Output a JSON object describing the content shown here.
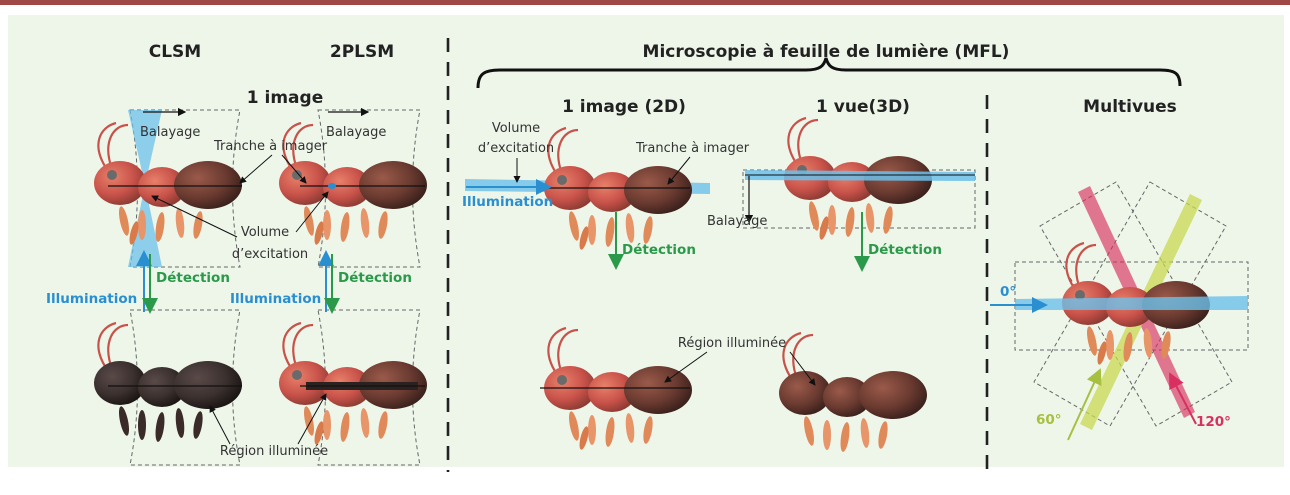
{
  "colors": {
    "top_rule": "#a04848",
    "panel_background": "#eef6ea",
    "illumination": "#2a8fd0",
    "detection": "#2a9a4a",
    "sheet": "#6cc0ea",
    "angle_60": "#a8c040",
    "angle_120": "#d83060",
    "ant_body": "#c8524a",
    "ant_dark": "#7a3a30"
  },
  "headers": {
    "clsm": "CLSM",
    "twoplsm": "2PLSM",
    "mfl": "Microscopie à feuille de lumière (MFL)",
    "one_image_left": "1 image",
    "one_image_2d": "1 image (2D)",
    "one_view_3d": "1 vue(3D)",
    "multiviews": "Multivues"
  },
  "labels": {
    "balayage": "Balayage",
    "tranche": "Tranche à imager",
    "volume_line1": "Volume",
    "volume_line2": "d’excitation",
    "region": "Région illuminée",
    "illumination": "Illumination",
    "detection": "Détection"
  },
  "angles": {
    "a0": "0°",
    "a60": "60°",
    "a120": "120°"
  }
}
